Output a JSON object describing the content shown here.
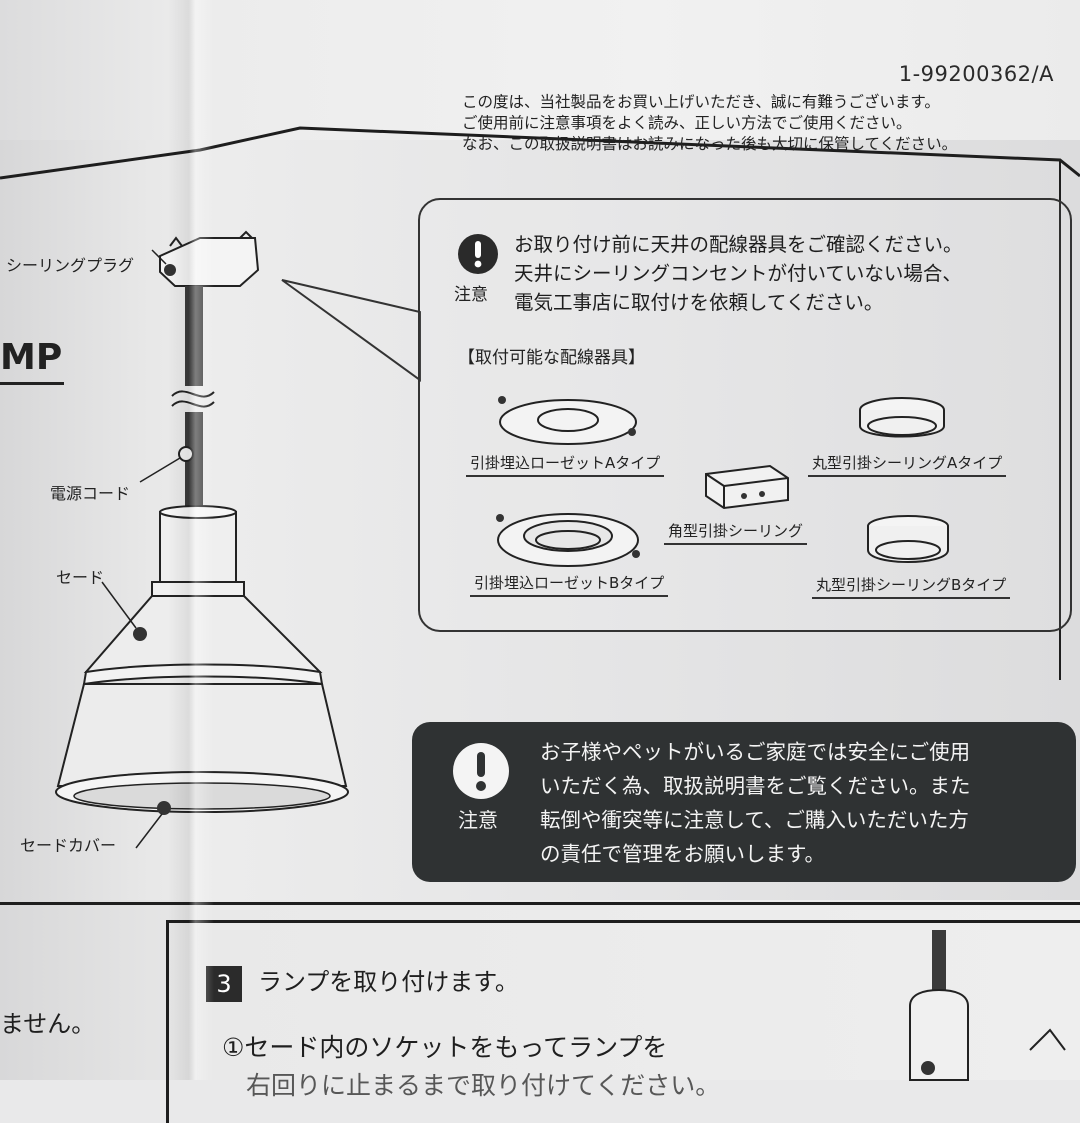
{
  "document_number": "1-99200362/A",
  "intro": {
    "lines": [
      "この度は、当社製品をお買い上げいただき、誠に有難うございます。",
      "ご使用前に注意事項をよく読み、正しい方法でご使用ください。",
      "なお、この取扱説明書はお読みになった後も大切に保管してください。"
    ]
  },
  "left_title_fragment": "MP",
  "parts": {
    "ceiling_plug": "シーリングプラグ",
    "power_cord": "電源コード",
    "shade": "セード",
    "shade_cover": "セードカバー"
  },
  "callout": {
    "caution_label": "注意",
    "lines": [
      "お取り付け前に天井の配線器具をご確認ください。",
      "天井にシーリングコンセントが付いていない場合、",
      "電気工事店に取付けを依頼してください。"
    ],
    "section_heading": "【取付可能な配線器具】",
    "fixtures": [
      "引掛埋込ローゼットAタイプ",
      "丸型引掛シーリングAタイプ",
      "角型引掛シーリング",
      "引掛埋込ローゼットBタイプ",
      "丸型引掛シーリングBタイプ"
    ]
  },
  "dark_notice": {
    "caution_label": "注意",
    "lines": [
      "お子様やペットがいるご家庭では安全にご使用",
      "いただく為、取扱説明書をご覧ください。また",
      "転倒や衝突等に注意して、ご購入いただいた方",
      "の責任で管理をお願いします。"
    ]
  },
  "left_tail_text": "ません。",
  "step3": {
    "number": "3",
    "title": "ランプを取り付けます。",
    "line1": "①セード内のソケットをもってランプを",
    "line2": "右回りに止まるまで取り付けてください。"
  },
  "colors": {
    "ink": "#1c1c1c",
    "dark_box": "#2f3233",
    "paper": "#ececec"
  }
}
